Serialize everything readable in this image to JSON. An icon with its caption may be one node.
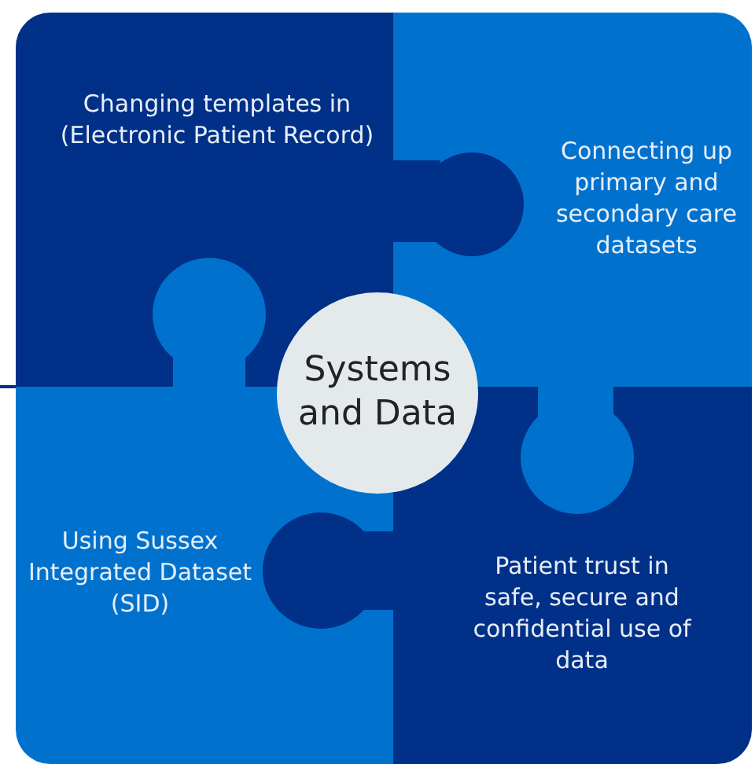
{
  "diagram": {
    "nodes": [
      {
        "text": [
          "Changing templates in (Electronic Patient Record)"
        ]
      },
      {
        "text": [
          "Connecting up primary and secondary care datasets"
        ]
      },
      {
        "text": [
          "Using Sussex Integrated Dataset (SID)"
        ]
      },
      {
        "text": [
          "Patient trust in safe, secure and confidential use of data"
        ]
      },
      {
        "text": [
          "Systems and Data"
        ]
      }
    ]
  }
}
